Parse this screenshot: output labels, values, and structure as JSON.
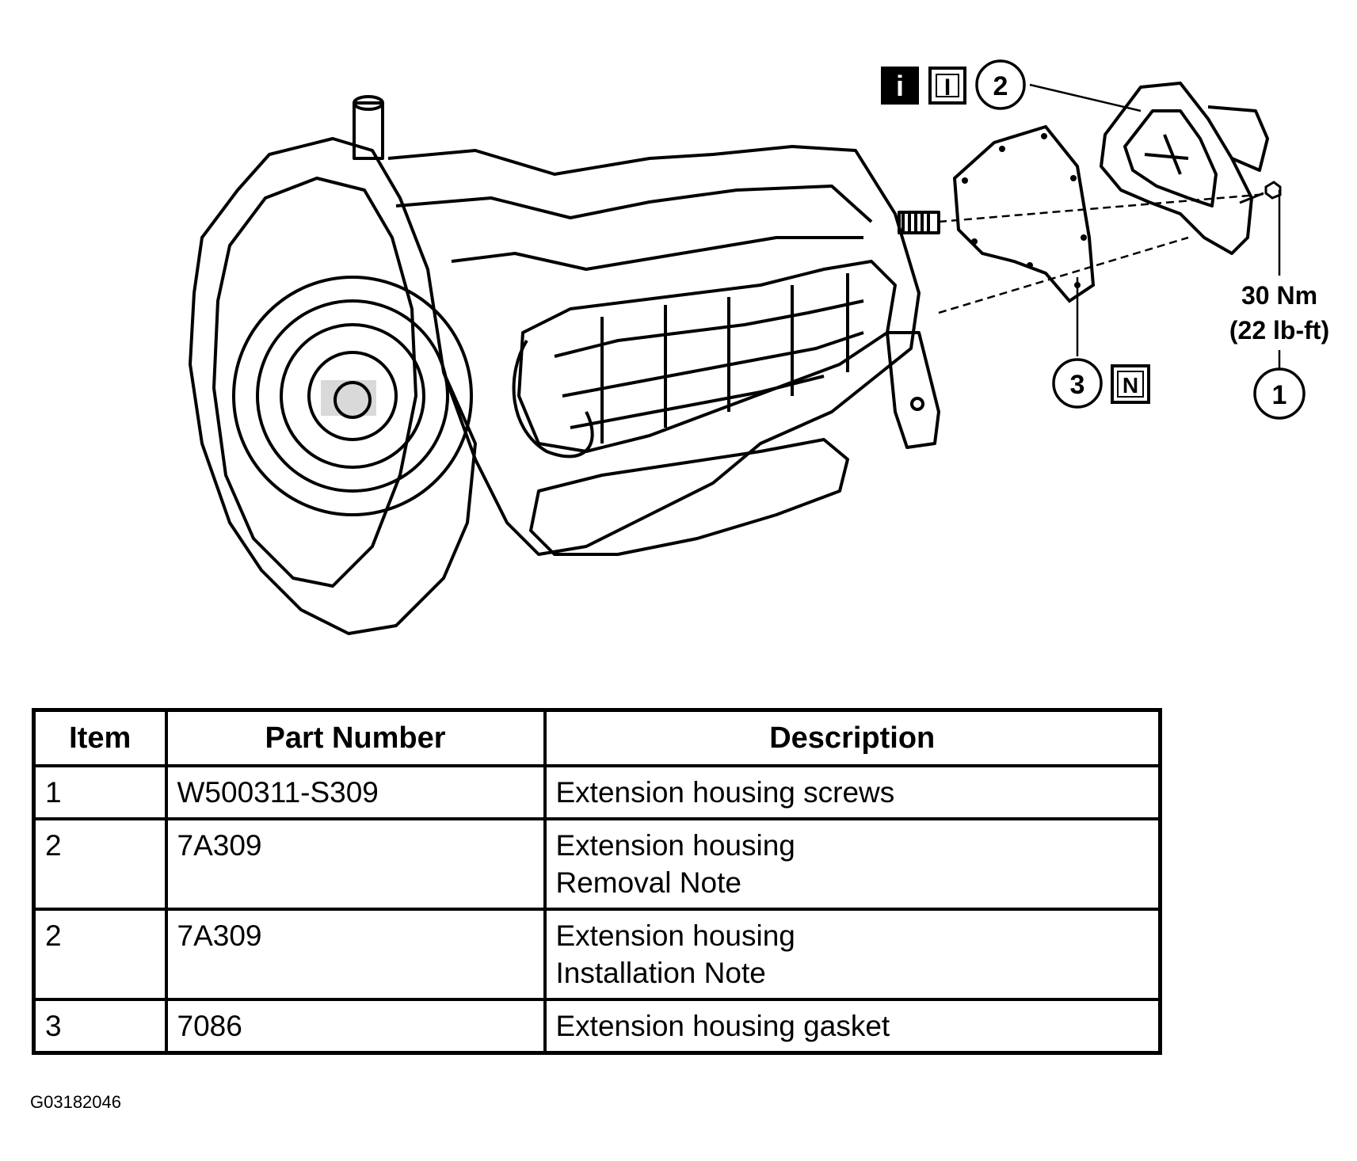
{
  "diagram": {
    "callouts": {
      "item_1": "1",
      "item_2": "2",
      "item_3": "3"
    },
    "symbols": {
      "info_icon_label": "i",
      "install_icon_label": "I",
      "new_part_label": "N"
    },
    "torque": {
      "metric": "30 Nm",
      "imperial": "(22 lb-ft)"
    }
  },
  "table": {
    "headers": [
      "Item",
      "Part Number",
      "Description"
    ],
    "rows": [
      {
        "item": "1",
        "part": "W500311-S309",
        "desc": [
          "Extension housing screws"
        ]
      },
      {
        "item": "2",
        "part": "7A309",
        "desc": [
          "Extension housing",
          "Removal Note"
        ]
      },
      {
        "item": "2",
        "part": "7A309",
        "desc": [
          "Extension housing",
          "Installation Note"
        ]
      },
      {
        "item": "3",
        "part": "7086",
        "desc": [
          "Extension housing gasket"
        ]
      }
    ]
  },
  "figure_code": "G03182046"
}
